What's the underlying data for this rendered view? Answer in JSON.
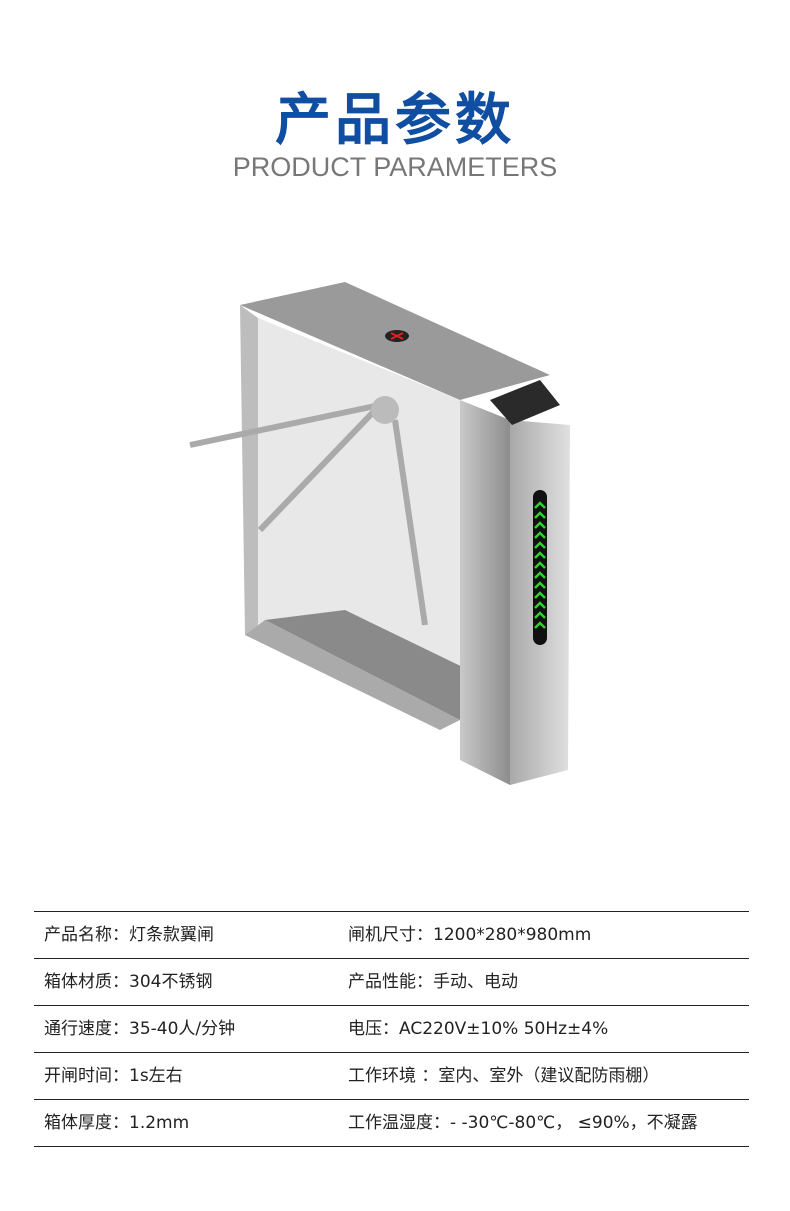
{
  "header": {
    "title": "产品参数",
    "subtitle": "PRODUCT PARAMETERS"
  },
  "params": [
    {
      "left": "产品名称：灯条款翼闸",
      "right": "闸机尺寸：1200*280*980mm"
    },
    {
      "left": "箱体材质：304不锈钢",
      "right": "产品性能：手动、电动"
    },
    {
      "left": "通行速度：35-40人/分钟",
      "right": "电压：AC220V±10% 50Hz±4%"
    },
    {
      "left": "开闸时间：1s左右",
      "right": "工作环境 ：室内、室外（建议配防雨棚）"
    },
    {
      "left": "箱体厚度：1.2mm",
      "right": "工作温湿度：- -30℃-80℃， ≤90%，不凝露"
    }
  ],
  "colors": {
    "title": "#0f4ea0",
    "led": "#2fd12f"
  }
}
